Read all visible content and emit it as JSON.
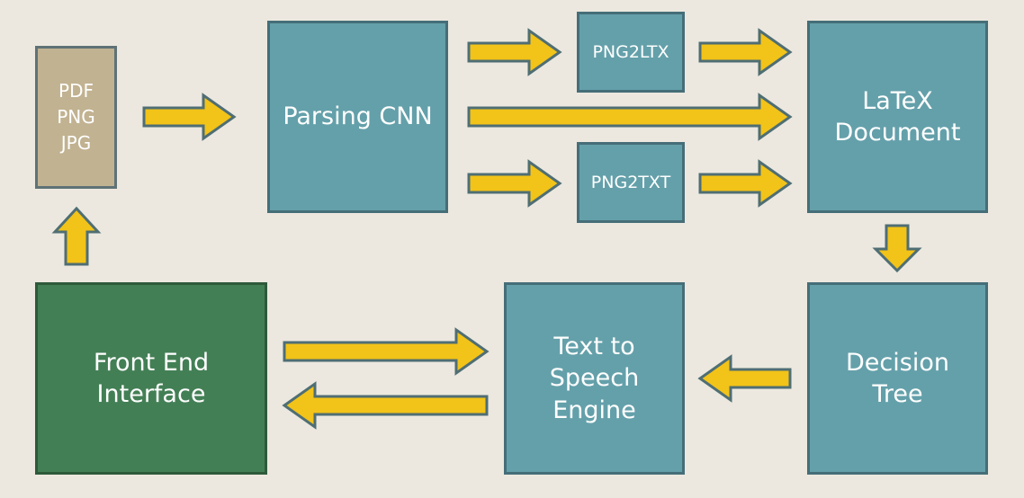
{
  "nodes": {
    "input": {
      "lines": [
        "PDF",
        "PNG",
        "JPG"
      ]
    },
    "parsing_cnn": {
      "lines": [
        "Parsing CNN"
      ]
    },
    "png2ltx": {
      "lines": [
        "PNG2LTX"
      ]
    },
    "png2txt": {
      "lines": [
        "PNG2TXT"
      ]
    },
    "latex_document": {
      "lines": [
        "LaTeX",
        "Document"
      ]
    },
    "decision_tree": {
      "lines": [
        "Decision",
        "Tree"
      ]
    },
    "text_to_speech": {
      "lines": [
        "Text to",
        "Speech",
        "Engine"
      ]
    },
    "front_end": {
      "lines": [
        "Front End",
        "Interface"
      ]
    }
  },
  "edges": [
    {
      "from": "input",
      "to": "parsing_cnn"
    },
    {
      "from": "parsing_cnn",
      "to": "png2ltx"
    },
    {
      "from": "parsing_cnn",
      "to": "latex_document"
    },
    {
      "from": "parsing_cnn",
      "to": "png2txt"
    },
    {
      "from": "png2ltx",
      "to": "latex_document"
    },
    {
      "from": "png2txt",
      "to": "latex_document"
    },
    {
      "from": "latex_document",
      "to": "decision_tree"
    },
    {
      "from": "decision_tree",
      "to": "text_to_speech"
    },
    {
      "from": "front_end",
      "to": "text_to_speech"
    },
    {
      "from": "text_to_speech",
      "to": "front_end"
    },
    {
      "from": "front_end",
      "to": "input"
    }
  ],
  "colors": {
    "background": "#ece8df",
    "box_fill": "#64a0aa",
    "box_border": "#456e78",
    "input_fill": "#c1b291",
    "front_end_fill": "#437f55",
    "arrow_fill": "#f2c318",
    "arrow_border": "#4f6e74",
    "text": "#ffffff"
  }
}
